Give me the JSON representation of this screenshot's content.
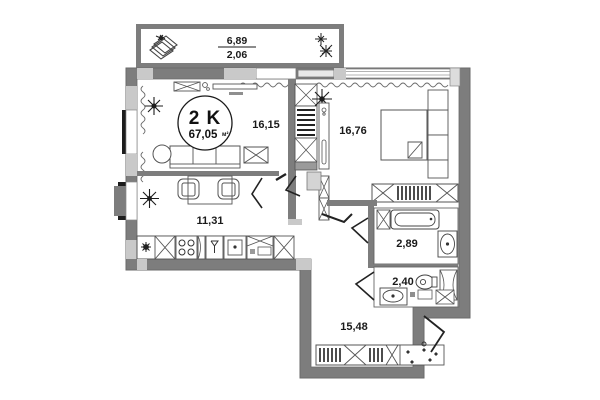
{
  "plan": {
    "type": "floor-plan",
    "apartment_type": "2 K",
    "total_area": "67,05",
    "area_unit": "м²",
    "balcony": {
      "area": "6,89",
      "reduced_area": "2,06"
    },
    "rooms": [
      {
        "name": "living-room",
        "label": "16,15"
      },
      {
        "name": "bedroom",
        "label": "16,76"
      },
      {
        "name": "kitchen",
        "label": "11,31"
      },
      {
        "name": "bathroom",
        "label": "2,89"
      },
      {
        "name": "wc",
        "label": "2,40"
      },
      {
        "name": "hall",
        "label": "15,48"
      }
    ],
    "colors": {
      "wall": "#7d7d7d",
      "wall_light": "#c9c9c9",
      "outline": "#555555",
      "interior": "#ffffff",
      "text": "#1a1a1a",
      "background": "#ffffff"
    }
  }
}
